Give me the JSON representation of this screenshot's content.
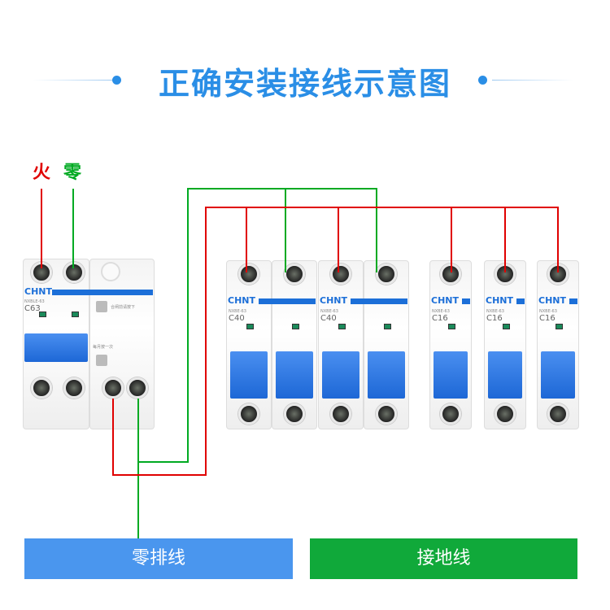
{
  "title": "正确安装接线示意图",
  "labels": {
    "live": "火",
    "neutral": "零"
  },
  "bars": {
    "neutral_bar": "零排线",
    "ground_bar": "接地线"
  },
  "colors": {
    "accent": "#2a8ee6",
    "live": "#e00000",
    "neutral": "#00aa22",
    "neutral_bar": "#4a96ee",
    "ground_bar": "#10a93a"
  },
  "rcd": {
    "brand": "CHNT",
    "model": "NXBLE-63",
    "rating": "C63",
    "test_label": "合闸前请按下",
    "reset_label": "每月按一次"
  },
  "breakers": [
    {
      "brand": "CHNT",
      "model": "NXBE-63",
      "rating": "C40"
    },
    {
      "brand": "CHNT",
      "model": "NXBE-63",
      "rating": "C40"
    },
    {
      "brand": "CHNT",
      "model": "NXBE-63",
      "rating": "C16"
    },
    {
      "brand": "CHNT",
      "model": "NXBE-63",
      "rating": "C16"
    },
    {
      "brand": "CHNT",
      "model": "NXBE-63",
      "rating": "C16"
    }
  ]
}
